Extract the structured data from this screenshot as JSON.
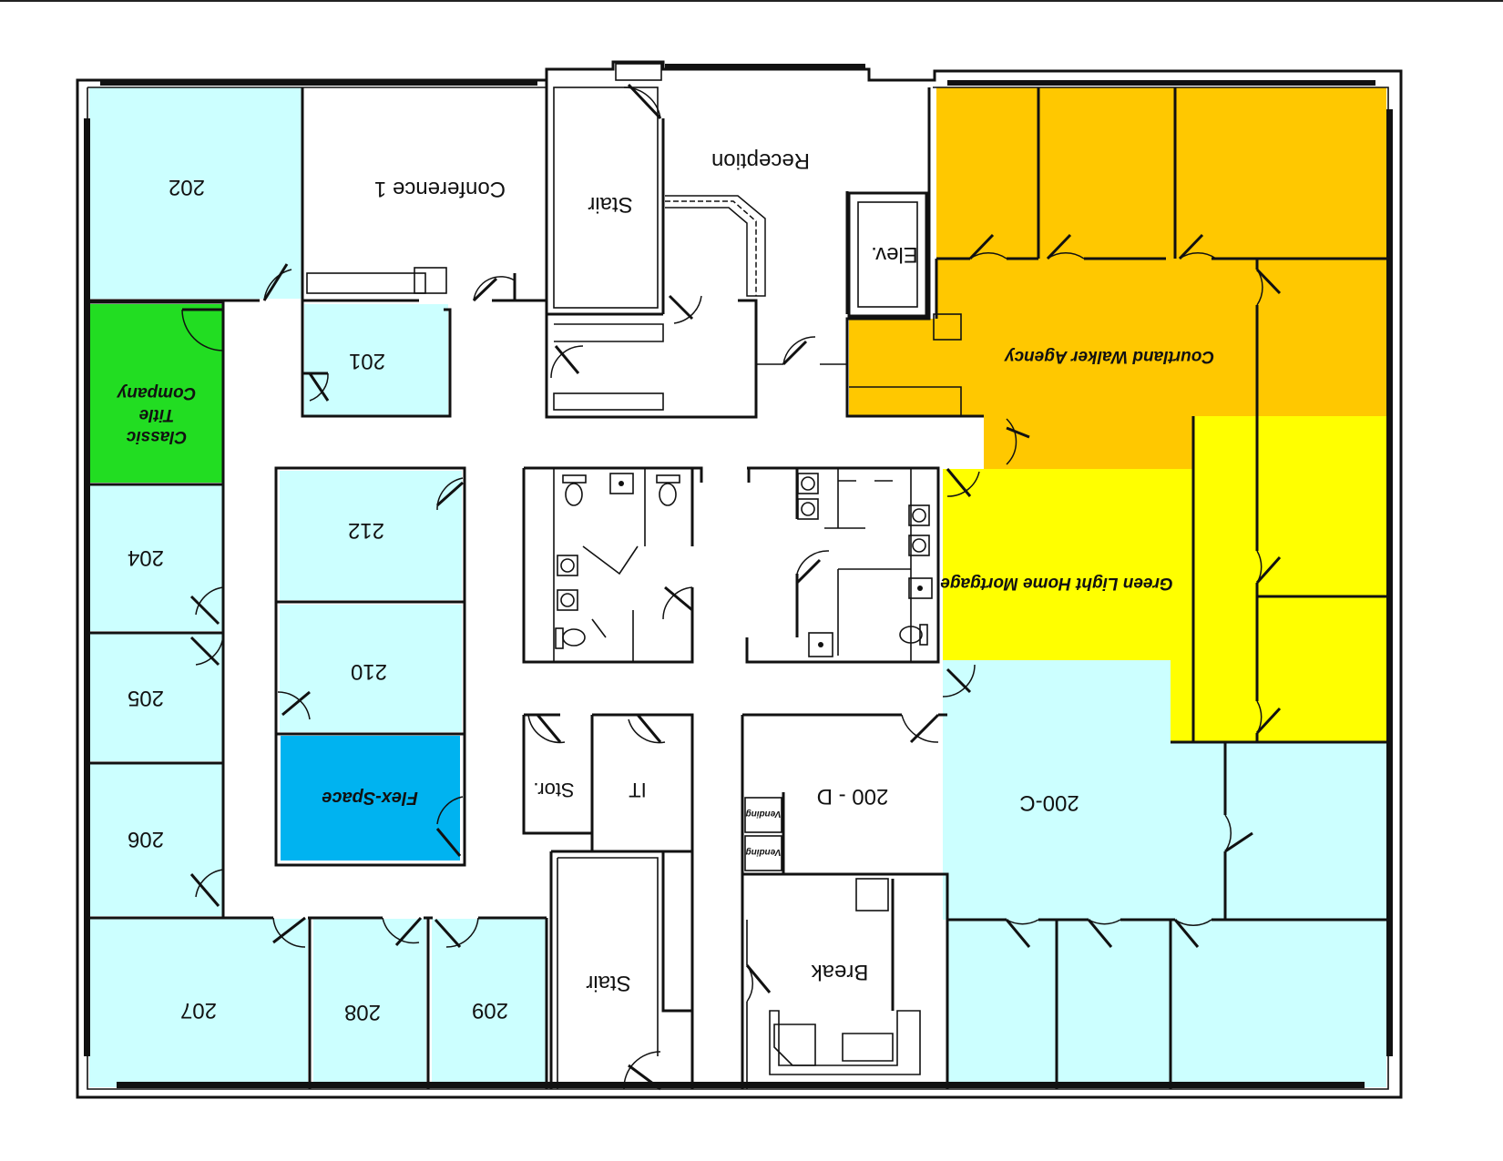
{
  "colors": {
    "tenant_room": "#ccffff",
    "flex_space": "#00b3f0",
    "classic_title": "#22dd22",
    "courtland": "#ffc800",
    "green_light": "#ffff00",
    "wall": "#111111",
    "background": "#ffffff"
  },
  "rooms": {
    "r202": "202",
    "conference": "Conference 1",
    "stair_top": "Stair",
    "reception": "Reception",
    "elevator": "Elev.",
    "r201": "201",
    "classic_title": [
      "Classic",
      "Title",
      "Company"
    ],
    "courtland": "Courtland Walker Agency",
    "r212": "212",
    "r204": "204",
    "r210": "210",
    "r205": "205",
    "green_light": "Green Light Home Mortgage",
    "flex_space": "Flex-Space",
    "storage": "Stor.",
    "it": "IT",
    "r200d": "200 - D",
    "r200c": "200-C",
    "r206": "206",
    "vending": [
      "Vending",
      "Vending"
    ],
    "stair_bottom": "Stair",
    "break": "Break",
    "r207": "207",
    "r208": "208",
    "r209": "209"
  },
  "icons": [
    "door-swing-icon",
    "toilet-icon",
    "sink-icon",
    "vending-machine-icon",
    "window-icon"
  ]
}
